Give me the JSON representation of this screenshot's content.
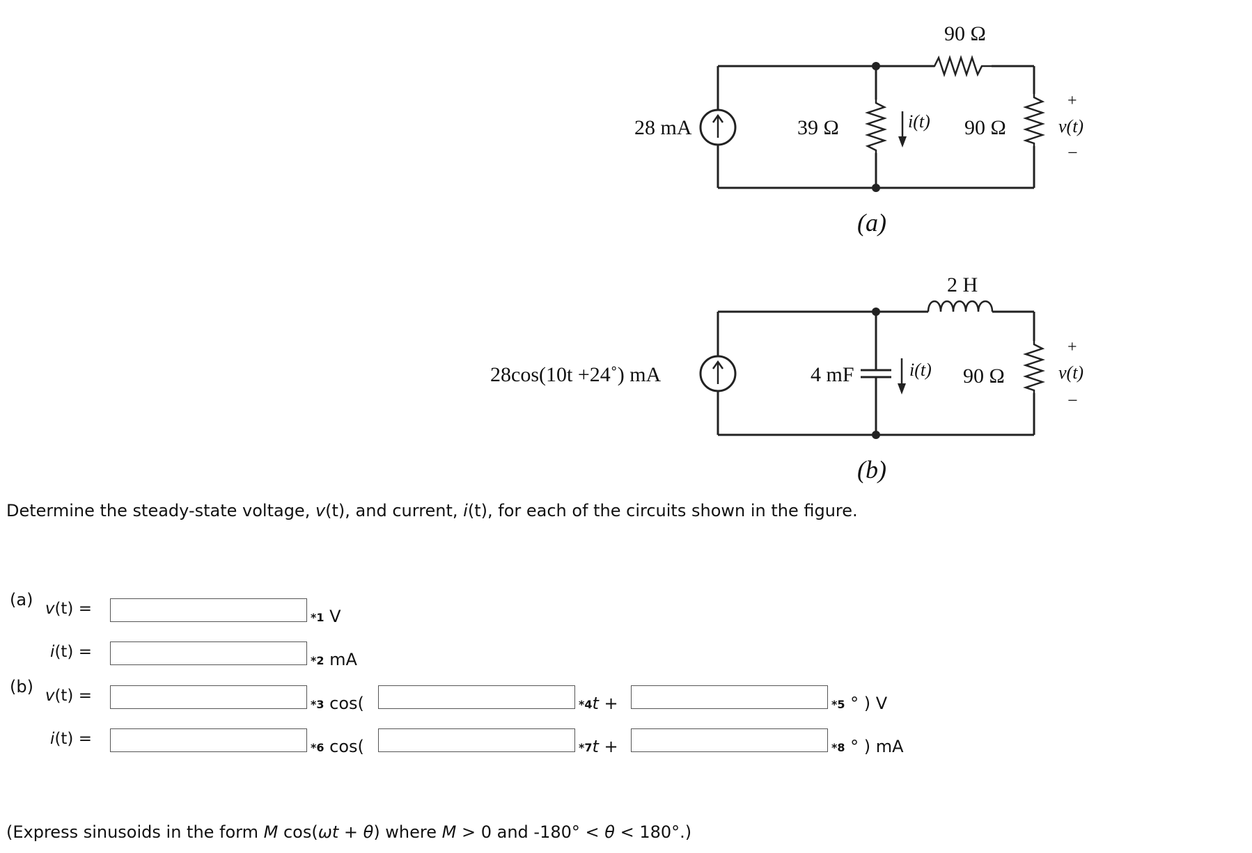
{
  "figure": {
    "circuit_a": {
      "caption": "(a)",
      "source_label": "28 mA",
      "r1_label": "39 Ω",
      "current_label": "i(t)",
      "top_r_label": "90 Ω",
      "load_r_label": "90 Ω",
      "plus": "+",
      "v_label": "v(t)",
      "minus": "−"
    },
    "circuit_b": {
      "caption": "(b)",
      "source_label": "28cos(10t +24˚) mA",
      "cap_label": "4 mF",
      "current_label": "i(t)",
      "ind_label": "2 H",
      "load_r_label": "90 Ω",
      "plus": "+",
      "v_label": "v(t)",
      "minus": "−"
    }
  },
  "question": {
    "prefix": "Determine the steady-state voltage, ",
    "v": "v",
    "t1": "(t)",
    "mid": ", and current, ",
    "i": "i",
    "t2": "(t)",
    "suffix": ", for each of the circuits shown in the figure."
  },
  "answers": {
    "part_a_label": "(a)",
    "part_b_label": "(b)",
    "rows": [
      {
        "var": "v",
        "t": "(t)",
        "eq": " =",
        "tag1_star": "*1",
        "tag1_text": " V"
      },
      {
        "var": "i",
        "t": "(t)",
        "eq": " =",
        "tag1_star": "*2",
        "tag1_text": " mA"
      },
      {
        "var": "v",
        "t": "(t)",
        "eq": " =",
        "tag1_star": "*3",
        "tag1_text": " cos(",
        "tag2_star": "*4",
        "tag2_text": "t +",
        "tag3_star": "*5",
        "tag3_text": " ° ) V"
      },
      {
        "var": "i",
        "t": "(t)",
        "eq": " =",
        "tag1_star": "*6",
        "tag1_text": " cos(",
        "tag2_star": "*7",
        "tag2_text": "t +",
        "tag3_star": "*8",
        "tag3_text": " ° ) mA"
      }
    ]
  },
  "note": {
    "p1": "(Express sinusoids in the form ",
    "M": "M",
    "p2": " cos(",
    "wt": "ωt",
    "p3": " + ",
    "th": "θ",
    "p4": ") where ",
    "M2": "M",
    "p5": " > 0 and -180° < ",
    "th2": "θ",
    "p6": " < 180°.)"
  }
}
